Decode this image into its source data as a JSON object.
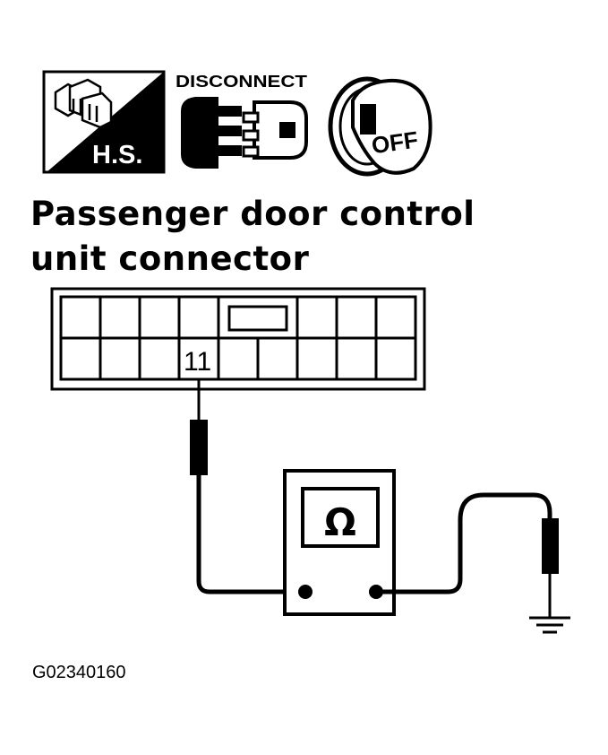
{
  "icons": {
    "harness_icon": "harness-connector-icon",
    "hs_label": "H.S.",
    "disconnect_label": "DISCONNECT",
    "disconnect_icon": "connector-disconnect-icon",
    "ignition_label": "OFF",
    "ignition_icon": "ignition-key-off-icon"
  },
  "title": {
    "line1": "Passenger door control",
    "line2": "unit connector"
  },
  "connector": {
    "terminal_label": "11"
  },
  "meter": {
    "symbol": "Ω",
    "icon": "ohmmeter-icon"
  },
  "ground_icon": "ground-symbol-icon",
  "figure_id": "G02340160",
  "colors": {
    "ink": "#000000",
    "paper": "#ffffff"
  }
}
